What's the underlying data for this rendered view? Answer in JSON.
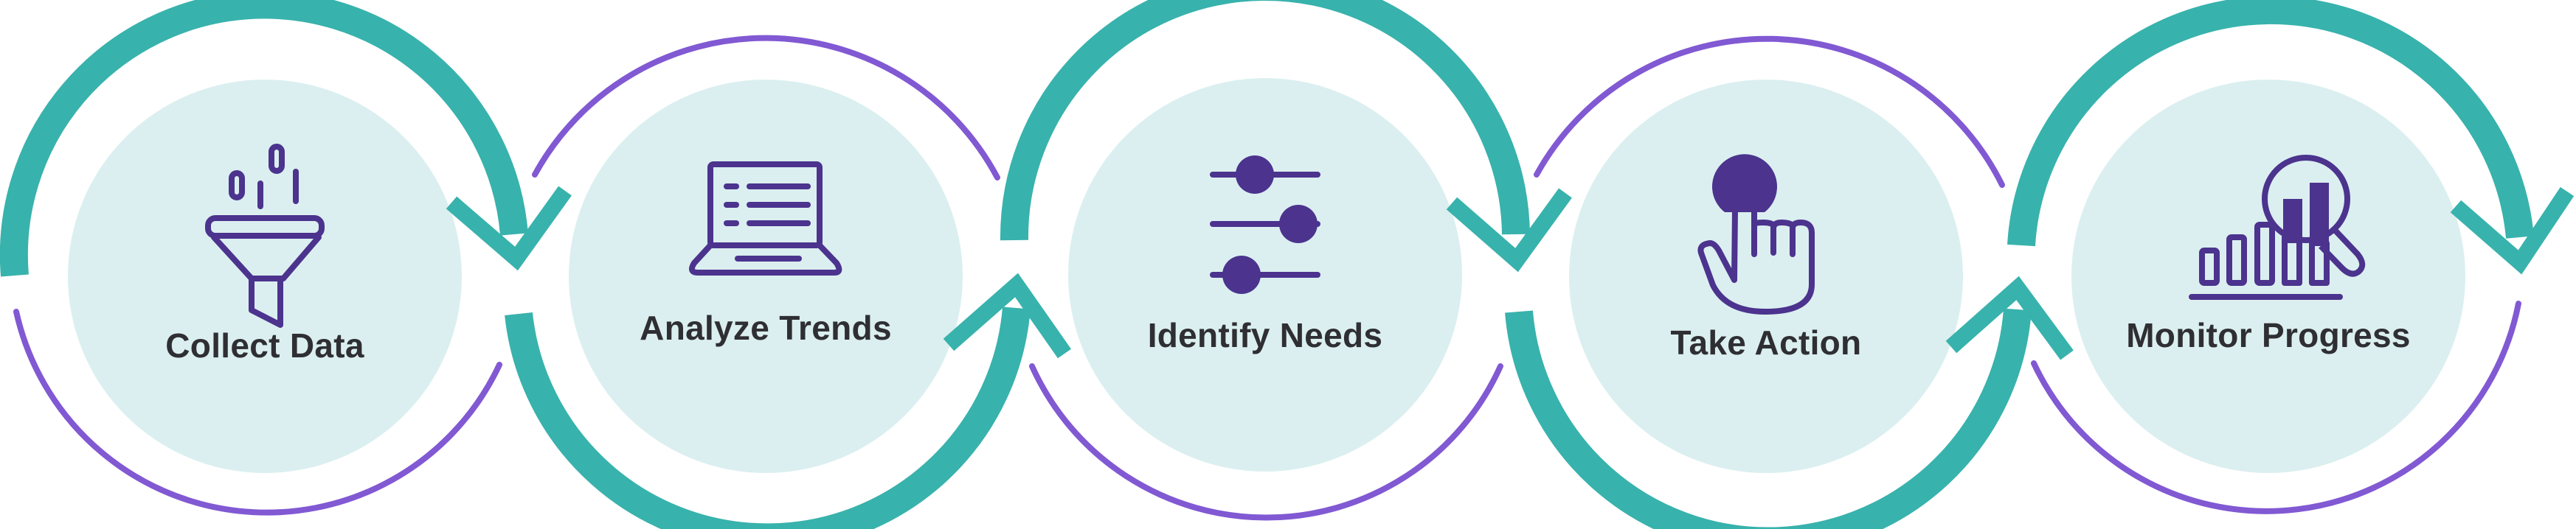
{
  "colors": {
    "teal": "#38b2ac",
    "purple": "#8159d3",
    "icon": "#4b338e",
    "circle_fill": "#dbeff0",
    "text": "#2f2f33"
  },
  "steps": [
    {
      "label": "Collect Data",
      "icon": "funnel-data-icon"
    },
    {
      "label": "Analyze Trends",
      "icon": "laptop-list-icon"
    },
    {
      "label": "Identify Needs",
      "icon": "sliders-icon"
    },
    {
      "label": "Take Action",
      "icon": "hand-pointer-tap-icon"
    },
    {
      "label": "Monitor Progress",
      "icon": "chart-magnifier-icon"
    }
  ]
}
